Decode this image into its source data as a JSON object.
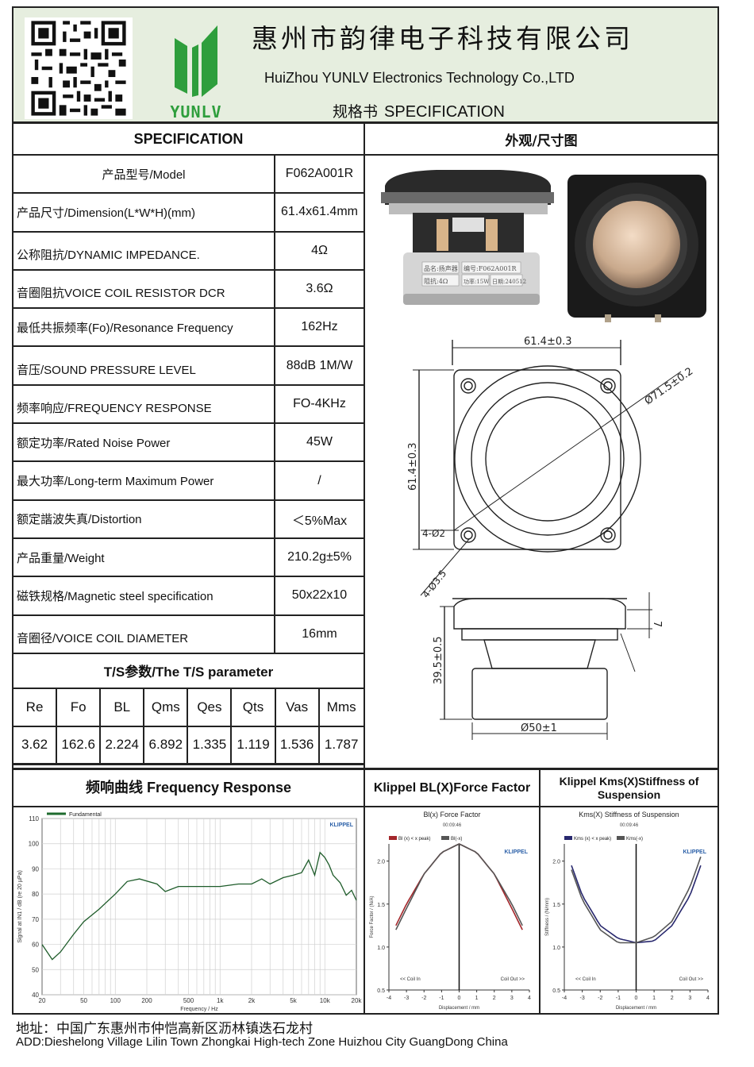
{
  "header": {
    "company_cn": "惠州市韵律电子科技有限公司",
    "company_en": "HuiZhou YUNLV Electronics Technology Co.,LTD",
    "spec_cn": "规格书",
    "spec_en": "SPECIFICATION",
    "logo_text": "YUNLV"
  },
  "left_table": {
    "title": "SPECIFICATION",
    "rows": [
      {
        "label": "产品型号/Model",
        "value": "F062A001R"
      },
      {
        "label": "产品尺寸/Dimension(L*W*H)(mm)",
        "value": "61.4x61.4mm"
      },
      {
        "label": "公称阻抗/DYNAMIC IMPEDANCE.",
        "value": "4Ω"
      },
      {
        "label": "音圈阻抗VOICE COIL RESISTOR DCR",
        "value": "3.6Ω"
      },
      {
        "label": "最低共振频率(Fo)/Resonance Frequency",
        "value": "162Hz"
      },
      {
        "label": "音压/SOUND PRESSURE LEVEL",
        "value": "88dB 1M/W"
      },
      {
        "label": "频率响应/FREQUENCY RESPONSE",
        "value": "FO-4KHz"
      },
      {
        "label": "额定功率/Rated Noise Power",
        "value": "45W"
      },
      {
        "label": "最大功率/Long-term Maximum Power",
        "value": "/"
      },
      {
        "label": "额定諧波失真/Distortion",
        "value": "＜5%Max"
      },
      {
        "label": "产品重量/Weight",
        "value": "210.2g±5%"
      },
      {
        "label": "磁铁规格/Magnetic steel specification",
        "value": "50x22x10"
      },
      {
        "label": "音圈径/VOICE COIL DIAMETER",
        "value": "16mm"
      }
    ],
    "ts_title": "T/S参数/The T/S parameter",
    "ts_headers": [
      "Re",
      "Fo",
      "BL",
      "Qms",
      "Qes",
      "Qts",
      "Vas",
      "Mms"
    ],
    "ts_values": [
      "3.62",
      "162.6",
      "2.224",
      "6.892",
      "1.335",
      "1.119",
      "1.536",
      "1.787"
    ]
  },
  "right_panel": {
    "title": "外观/尺寸图",
    "dims": {
      "width": "61.4±0.3",
      "height": "61.4±0.3",
      "diameter": "Ø71.5±0.2",
      "hole_a": "4-Ø2",
      "hole_b": "4-Ø3.5",
      "depth": "39.5±0.5",
      "magnet": "Ø50±1",
      "flange": "7"
    },
    "label_text": {
      "l1": "品名:扬声器",
      "l2": "编号:F062A001R",
      "l3": "阻抗:4Ω",
      "l4": "功率:15W",
      "l5": "日期:240512"
    }
  },
  "charts": {
    "freq_title": "频响曲线 Frequency Response",
    "bl_title": "Klippel BL(X)Force Factor",
    "kms_title": "Klippel Kms(X)Stiffness of Suspension",
    "freq": {
      "legend": "Fundamental",
      "brand": "KLIPPEL",
      "ylabel": "Signal at IN1 / dB (re 20 µPa)",
      "xlabel": "Frequency / Hz",
      "yticks": [
        "110",
        "100",
        "90",
        "80",
        "70",
        "60",
        "50",
        "40"
      ],
      "xticks": [
        "20",
        "50",
        "100",
        "200",
        "500",
        "1k",
        "2k",
        "5k",
        "10k",
        "20k"
      ]
    },
    "bl": {
      "title": "Bl(x) Force Factor",
      "time": "00:09:46",
      "legend": [
        "Bl (x) < x peak)",
        "Bl(-x)"
      ],
      "brand": "KLIPPEL",
      "ylabel": "Force Factor / (N/A)",
      "xlabel": "Displacement / mm",
      "yticks": [
        "2.0",
        "1.5",
        "1.0",
        "0.5"
      ],
      "xticks": [
        "-4",
        "-3",
        "-2",
        "-1",
        "0",
        "1",
        "2",
        "3",
        "4"
      ],
      "coil_in": "<< Coil In",
      "coil_out": "Coil Out >>"
    },
    "kms": {
      "title": "Kms(X) Stiffness of Suspension",
      "time": "00:09:46",
      "legend": [
        "Kms (x) < x peak)",
        "Kms(-x)"
      ],
      "brand": "KLIPPEL",
      "ylabel": "Stiffness / (N/mm)",
      "xlabel": "Displacement / mm",
      "yticks": [
        "2.0",
        "1.5",
        "1.0",
        "0.5"
      ],
      "xticks": [
        "-4",
        "-3",
        "-2",
        "-1",
        "0",
        "1",
        "2",
        "3",
        "4"
      ],
      "coil_in": "<< Coil In",
      "coil_out": "Coil Out >>"
    }
  },
  "chart_data": [
    {
      "type": "line",
      "ylabel": "Signal at IN1 / dB (re 20 µPa)",
      "xlabel": "Frequency / Hz",
      "x_scale": "log",
      "xlim": [
        20,
        20000
      ],
      "ylim": [
        40,
        110
      ],
      "legend": "top-left",
      "series": [
        {
          "name": "Fundamental",
          "x": [
            20,
            25,
            30,
            40,
            50,
            70,
            100,
            130,
            170,
            250,
            300,
            400,
            500,
            700,
            1000,
            1500,
            2000,
            2500,
            3000,
            4000,
            5000,
            6000,
            7000,
            8000,
            9000,
            10000,
            11000,
            12000,
            14000,
            16000,
            18000,
            20000
          ],
          "y": [
            60,
            54,
            57,
            64,
            69,
            74,
            80,
            85,
            86,
            84,
            81,
            83,
            83,
            83,
            83,
            84,
            84,
            86,
            84,
            88,
            86,
            90,
            92,
            89,
            95,
            96,
            90,
            89,
            83,
            81,
            80,
            79
          ]
        }
      ]
    },
    {
      "type": "line",
      "xlabel": "Displacement / mm",
      "ylabel": "Force Factor / (N/A)",
      "xlim": [
        -4,
        4
      ],
      "ylim": [
        0.5,
        2.2
      ],
      "series": [
        {
          "name": "Bl (x) < x peak)",
          "x": [
            -3.6,
            -3,
            -2,
            -1,
            0,
            1,
            2,
            3,
            3.6
          ],
          "y": [
            1.25,
            1.5,
            1.85,
            2.1,
            2.2,
            2.1,
            1.85,
            1.45,
            1.2
          ]
        },
        {
          "name": "Bl(-x)",
          "x": [
            -3.6,
            -3,
            -2,
            -1,
            0,
            1,
            2,
            3,
            3.6
          ],
          "y": [
            1.2,
            1.45,
            1.85,
            2.1,
            2.2,
            2.1,
            1.85,
            1.5,
            1.25
          ]
        }
      ]
    },
    {
      "type": "line",
      "xlabel": "Displacement / mm",
      "ylabel": "Stiffness / (N/mm)",
      "xlim": [
        -4,
        4
      ],
      "ylim": [
        0.5,
        2.2
      ],
      "series": [
        {
          "name": "Kms (x) < x peak)",
          "x": [
            -3.6,
            -3,
            -2,
            -1,
            0,
            1,
            2,
            3,
            3.6
          ],
          "y": [
            1.95,
            1.6,
            1.25,
            1.1,
            1.05,
            1.07,
            1.25,
            1.6,
            1.95
          ]
        },
        {
          "name": "Kms(-x)",
          "x": [
            -3.6,
            -3,
            -2,
            -1,
            0,
            1,
            2,
            3,
            3.6
          ],
          "y": [
            1.9,
            1.55,
            1.2,
            1.05,
            1.05,
            1.12,
            1.3,
            1.7,
            2.05
          ]
        }
      ]
    }
  ],
  "footer": {
    "address_cn": "地址：中国广东惠州市仲恺高新区沥林镇迭石龙村",
    "address_en": "ADD:Dieshelong Village Lilin  Town Zhongkai High-tech Zone Huizhou City GuangDong China"
  }
}
